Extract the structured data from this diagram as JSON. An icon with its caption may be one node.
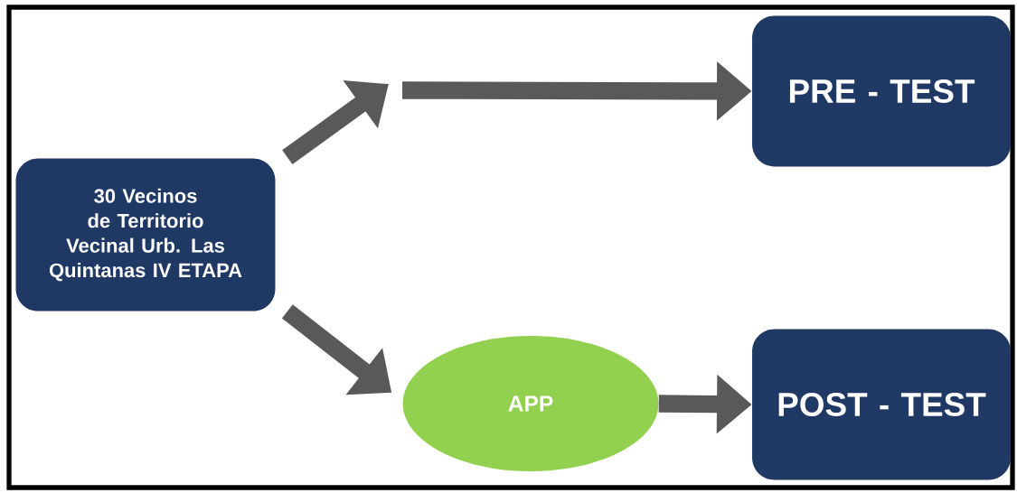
{
  "diagram": {
    "nodes": [
      {
        "text": [
          "30 Vecinos de Territorio Vecinal Urb. Las Quintanas IV ETAPA"
        ]
      },
      {
        "text": [
          "PRE - TEST"
        ]
      },
      {
        "text": [
          "APP"
        ]
      },
      {
        "text": [
          "POST - TEST"
        ]
      }
    ],
    "edges": [
      {
        "from": 0,
        "to": null,
        "arrow": "to"
      },
      {
        "from": null,
        "to": 1,
        "arrow": "to"
      },
      {
        "from": 0,
        "to": 2,
        "arrow": "to"
      },
      {
        "from": 2,
        "to": 3,
        "arrow": "to"
      }
    ]
  }
}
